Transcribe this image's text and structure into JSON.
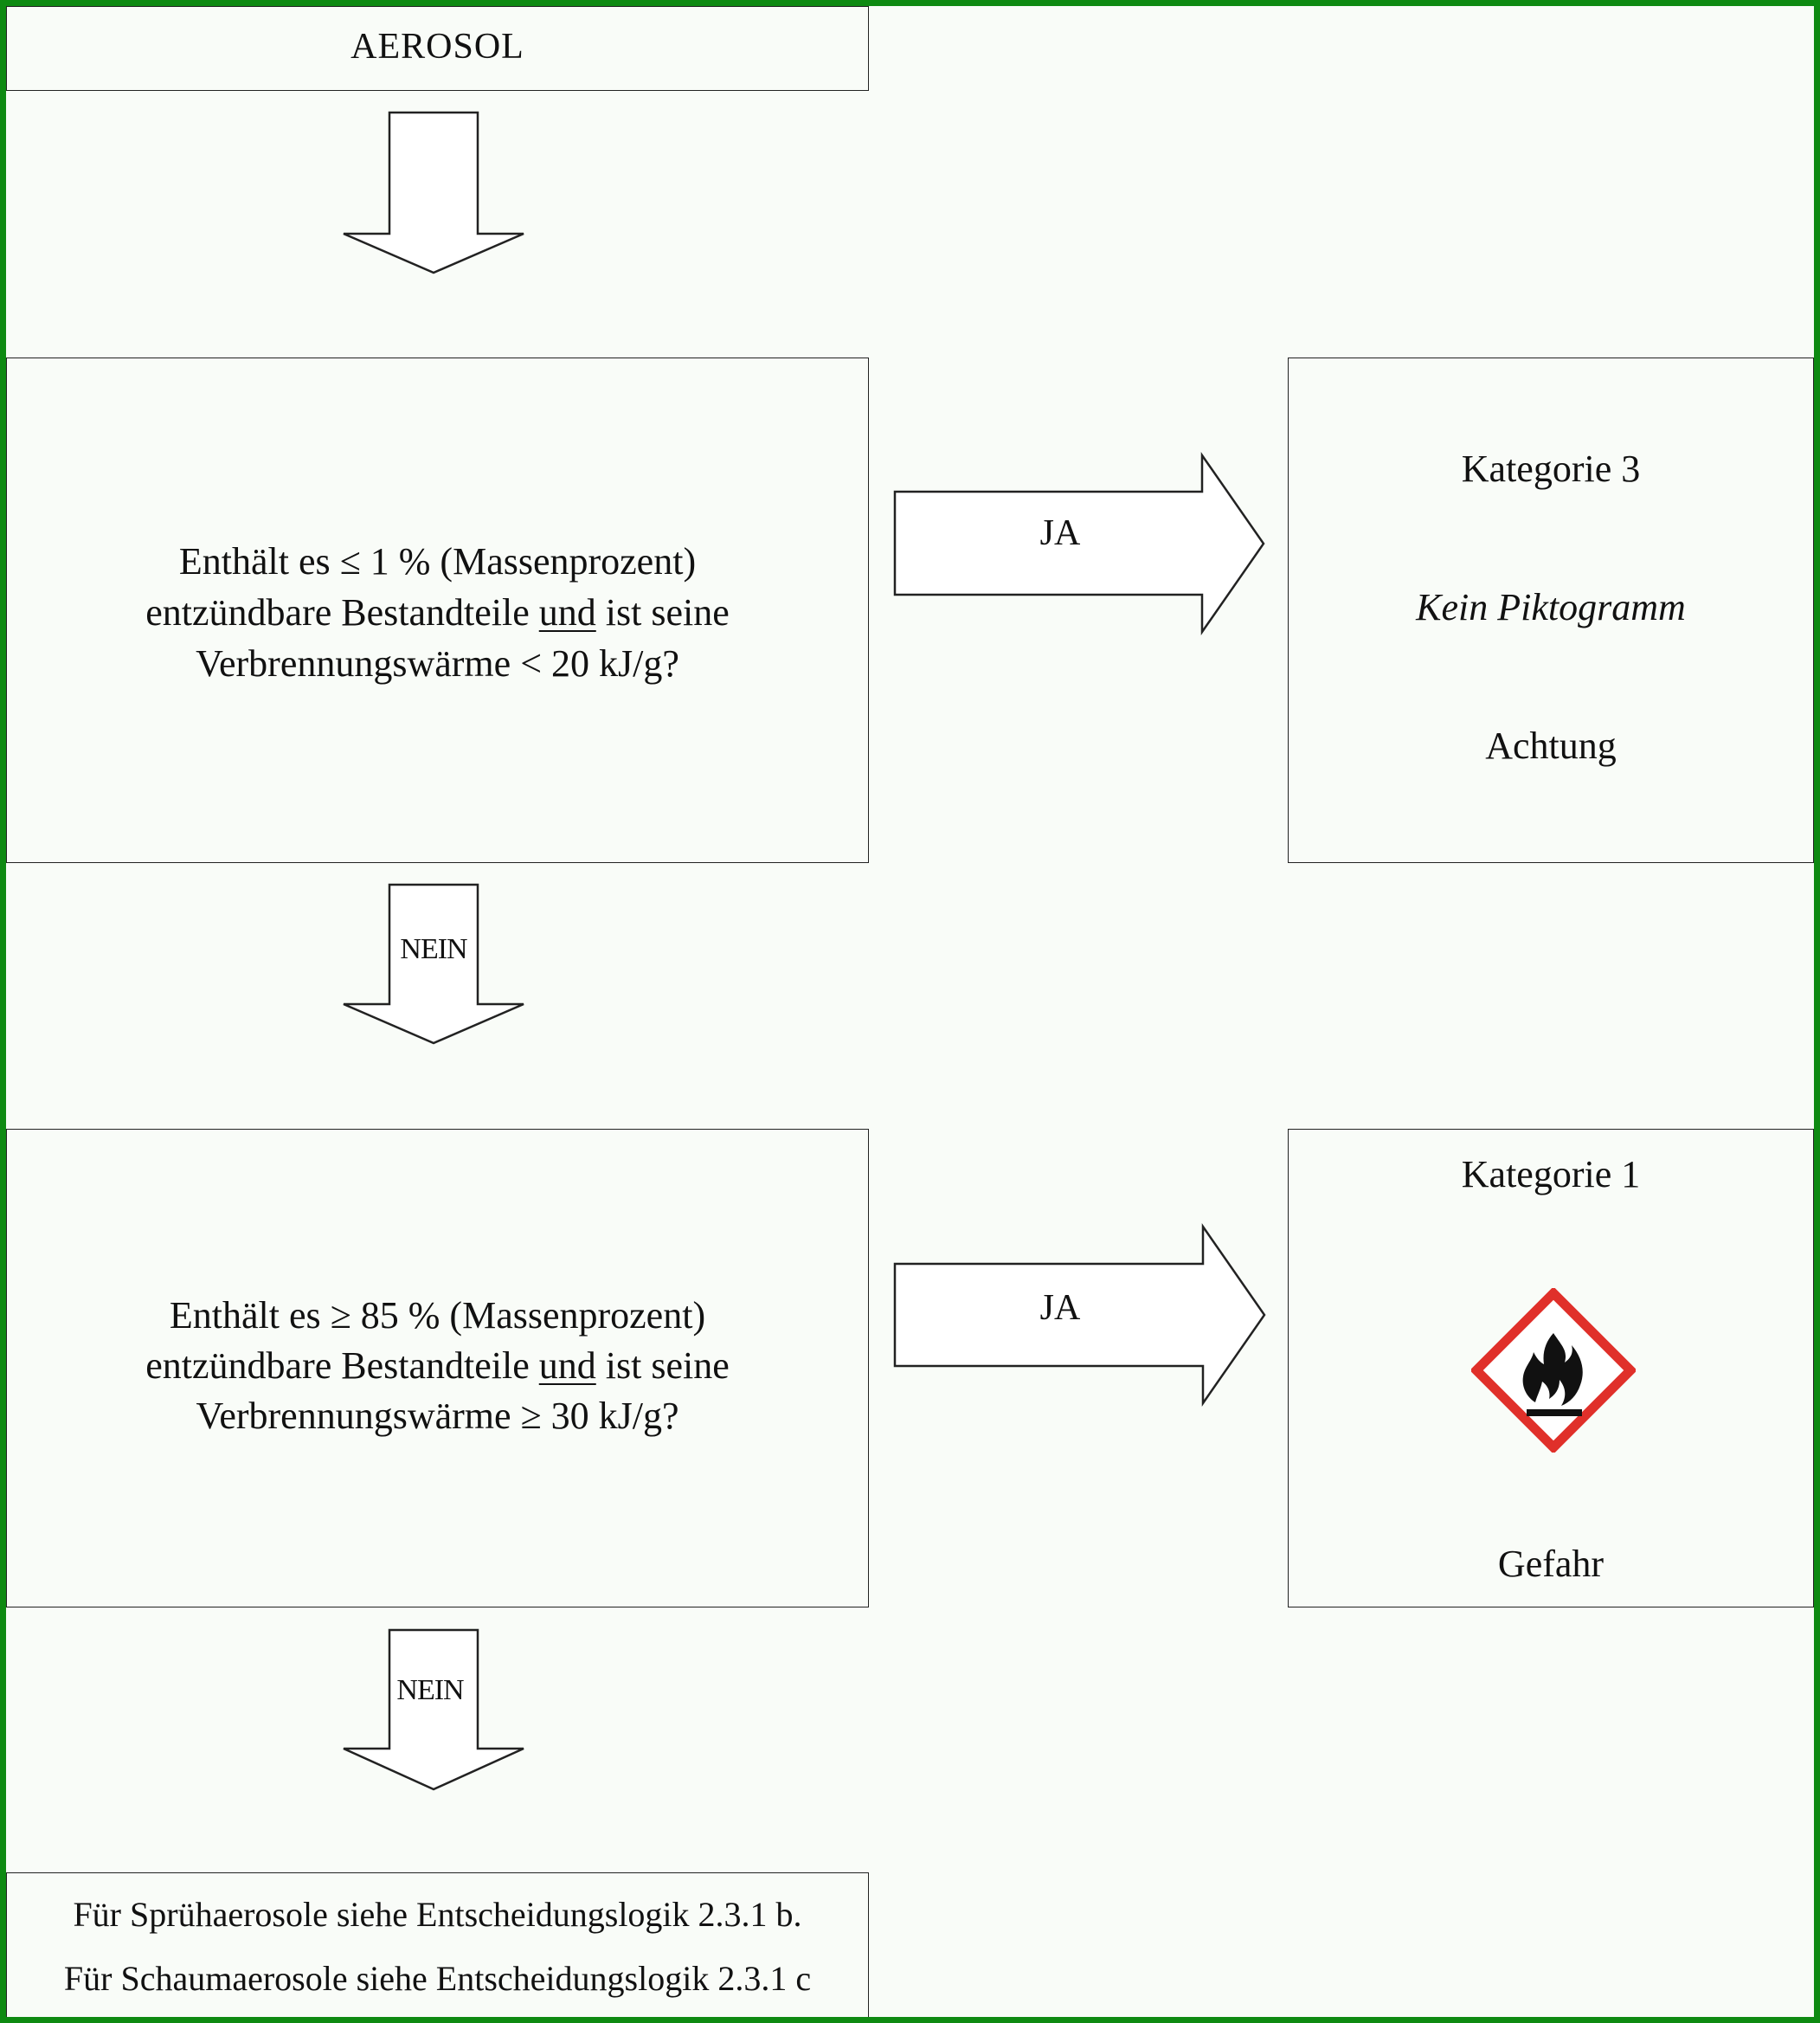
{
  "start": {
    "label": "AEROSOL"
  },
  "question1": {
    "line1": "Enthält es ≤ 1 % (Massenprozent)",
    "line2_pre": "entzündbare Bestandteile ",
    "line2_und": "und",
    "line2_post": " ist seine",
    "line3": "Verbrennungswärme < 20 kJ/g?"
  },
  "question2": {
    "line1": "Enthält es ≥ 85 % (Massenprozent)",
    "line2_pre": "entzündbare Bestandteile ",
    "line2_und": "und",
    "line2_post": " ist seine",
    "line3": "Verbrennungswärme ≥ 30 kJ/g?"
  },
  "arrows": {
    "yes1": "JA",
    "yes2": "JA",
    "no1": "NEIN",
    "no2": "NEIN"
  },
  "result1": {
    "category": "Kategorie 3",
    "pictogram": "Kein Piktogramm",
    "signal": "Achtung"
  },
  "result2": {
    "category": "Kategorie 1",
    "pictogram_icon": "flame-ghs-pictogram",
    "signal": "Gefahr"
  },
  "end": {
    "line1": "Für Sprühaerosole siehe Entscheidungslogik 2.3.1 b.",
    "line2": "Für Schaumaerosole siehe Entscheidungslogik 2.3.1 c"
  },
  "colors": {
    "frame": "#0e8a12",
    "pictogram_border": "#e0302a"
  }
}
